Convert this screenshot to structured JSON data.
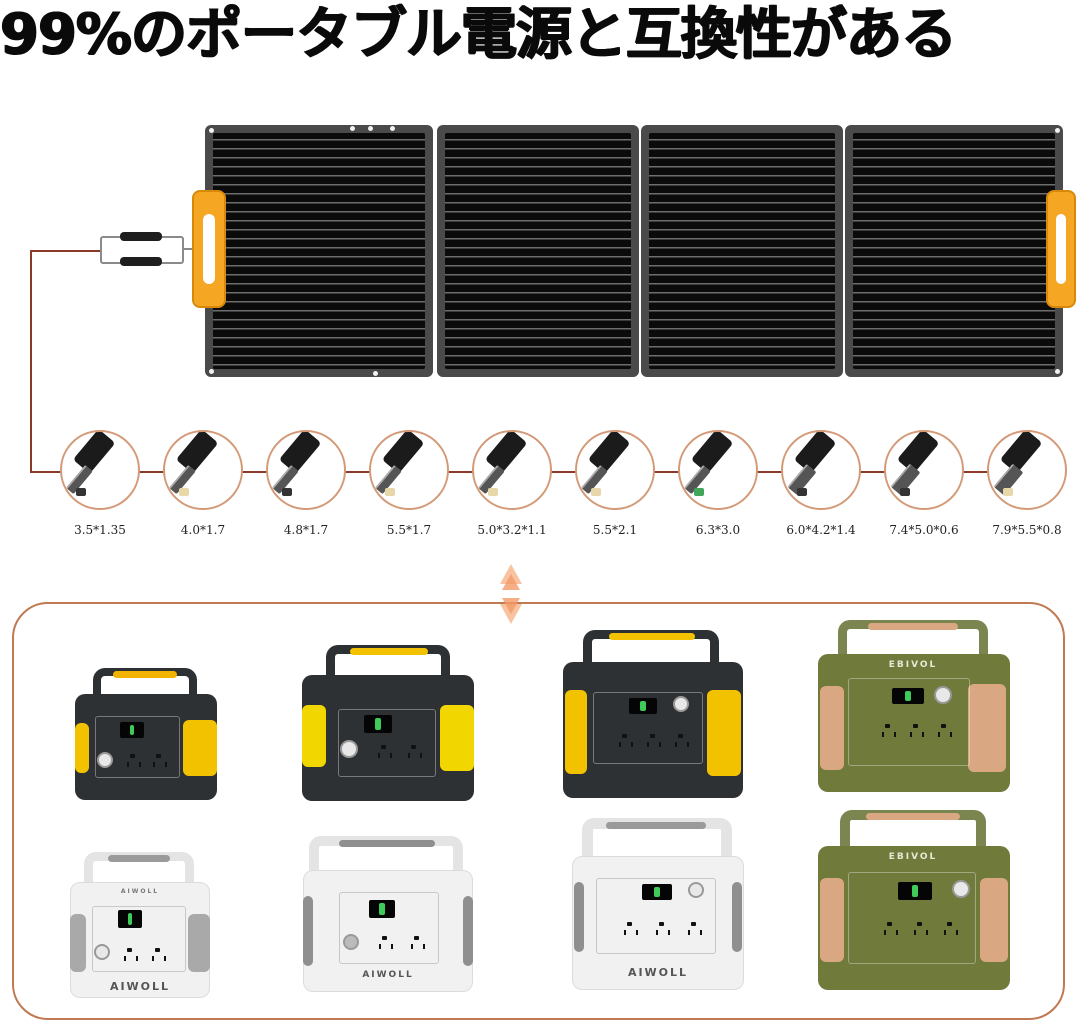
{
  "headline": "99%のポータブル電源と互換性がある",
  "colors": {
    "accent_orange": "#f5a623",
    "cable": "#8b3a2a",
    "frame_border": "#c07a52",
    "tip_circle_border": "#d49a78",
    "panel_gray": "#4a4a4a",
    "panel_black": "#0b0b0b",
    "station_yellow": "#f2c200",
    "station_dark": "#2e3133",
    "station_white": "#f1f1f1",
    "station_olive": "#6f7a3b",
    "station_tan": "#d9a882"
  },
  "solar_panel": {
    "folds": 4,
    "handle_icon": "carry-handle-icon",
    "connector_icon": "mc4-connector-icon"
  },
  "dc_tips": [
    {
      "size": "3.5*1.35",
      "tip_color": "#333333"
    },
    {
      "size": "4.0*1.7",
      "tip_color": "#e8d7a8"
    },
    {
      "size": "4.8*1.7",
      "tip_color": "#333333"
    },
    {
      "size": "5.5*1.7",
      "tip_color": "#e8d7a8"
    },
    {
      "size": "5.0*3.2*1.1",
      "tip_color": "#e8d7a8"
    },
    {
      "size": "5.5*2.1",
      "tip_color": "#e8d7a8"
    },
    {
      "size": "6.3*3.0",
      "tip_color": "#3fa65a"
    },
    {
      "size": "6.0*4.2*1.4",
      "tip_color": "#333333"
    },
    {
      "size": "7.4*5.0*0.6",
      "tip_color": "#333333"
    },
    {
      "size": "7.9*5.5*0.8",
      "tip_color": "#e8d7a8"
    }
  ],
  "compat_arrow_icon": "double-arrow-icon",
  "stations": [
    {
      "brand": "",
      "style": "dark-yellow",
      "row": 1,
      "col": 1
    },
    {
      "brand": "",
      "style": "dark-yellow",
      "row": 1,
      "col": 2
    },
    {
      "brand": "",
      "style": "dark-yellow",
      "row": 1,
      "col": 3
    },
    {
      "brand": "EBIVOL",
      "style": "olive-tan",
      "row": 1,
      "col": 4
    },
    {
      "brand": "AIWOLL",
      "style": "white",
      "row": 2,
      "col": 1
    },
    {
      "brand": "AIWOLL",
      "style": "white",
      "row": 2,
      "col": 2
    },
    {
      "brand": "AIWOLL",
      "style": "white",
      "row": 2,
      "col": 3
    },
    {
      "brand": "EBIVOL",
      "style": "olive-tan",
      "row": 2,
      "col": 4
    }
  ]
}
